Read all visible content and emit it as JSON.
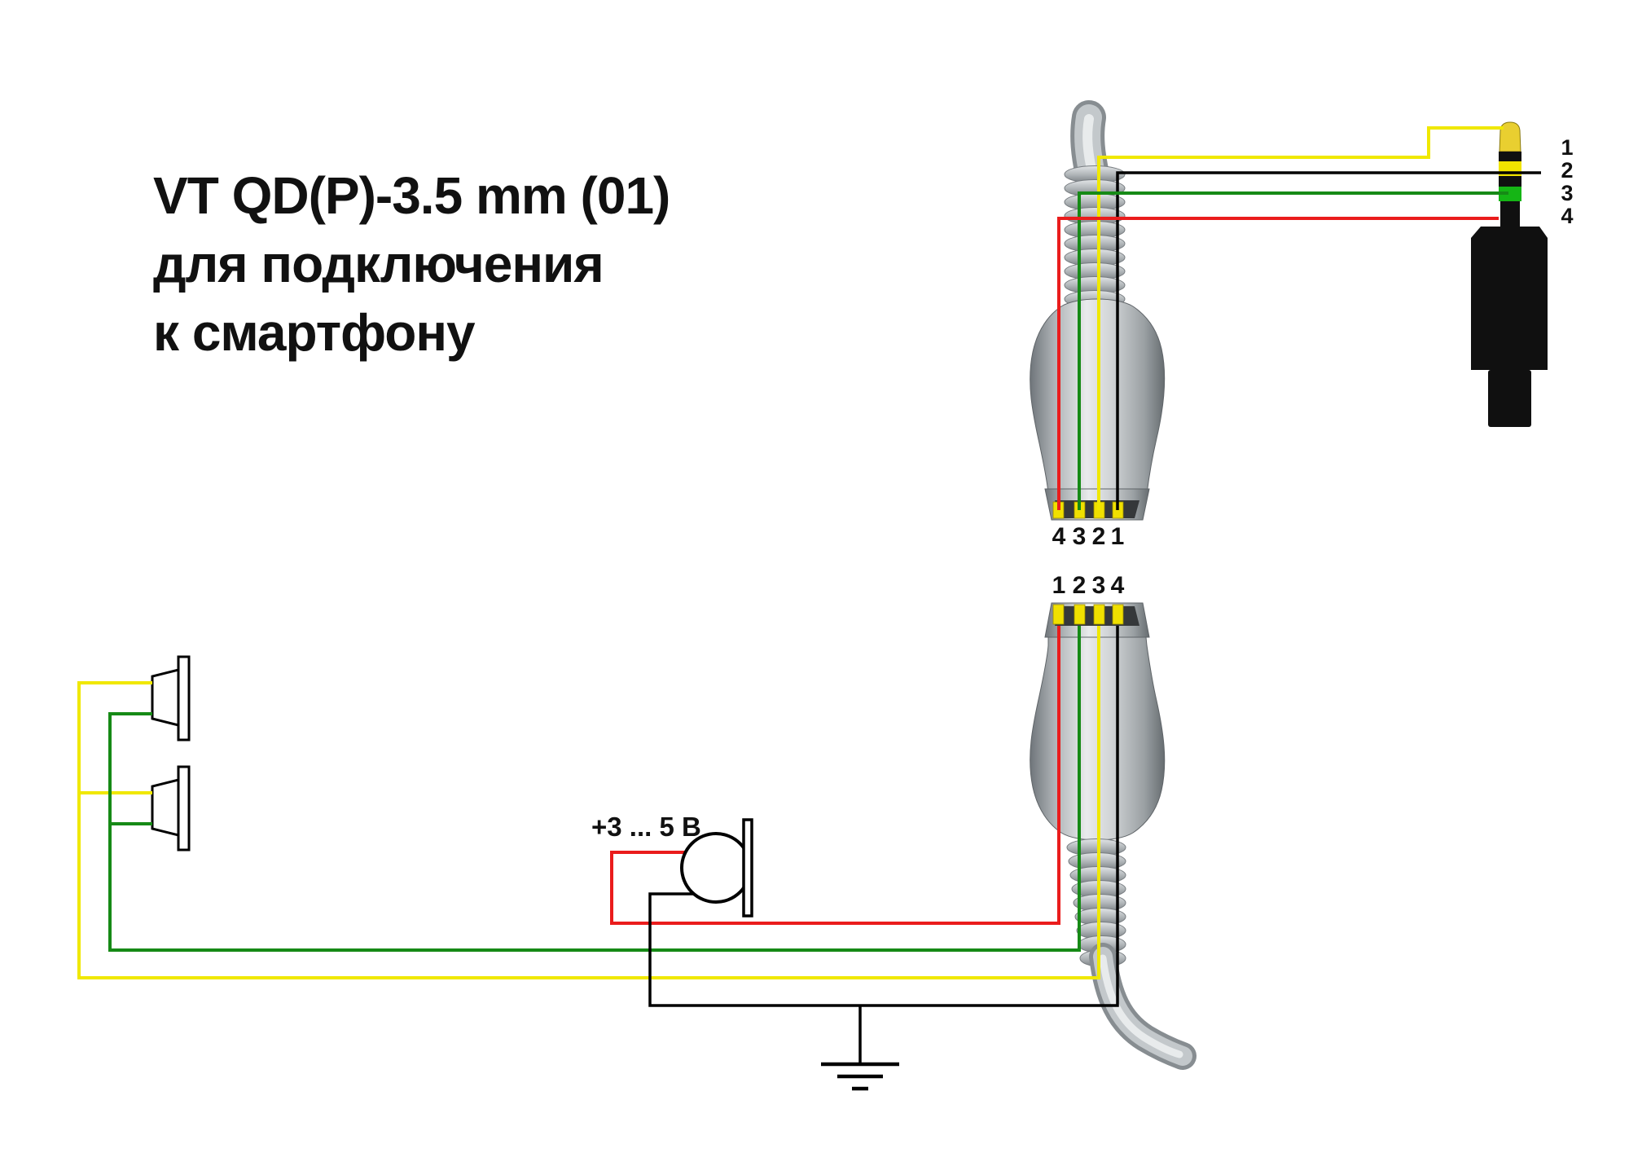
{
  "title": {
    "line1": "VT QD(P)-3.5 mm (01)",
    "line2": "для подключения",
    "line3": "к смартфону"
  },
  "top_connector": {
    "pin_labels": [
      "4",
      "3",
      "2",
      "1"
    ]
  },
  "bottom_connector": {
    "pin_labels": [
      "1",
      "2",
      "3",
      "4"
    ]
  },
  "jack": {
    "pin_labels": [
      "1",
      "2",
      "3",
      "4"
    ]
  },
  "microphone": {
    "voltage_label": "+3 ... 5 В"
  },
  "colors": {
    "wire_yellow": "#f0e800",
    "wire_green": "#168a16",
    "wire_red": "#ea1c1c",
    "wire_black": "#000000",
    "pin_yellow": "#f0e000",
    "jack_tip_gold": "#e9cf30",
    "jack_band_yellow": "#f0e400",
    "jack_band_green": "#15b515",
    "title_color": "#1b1b1b"
  }
}
